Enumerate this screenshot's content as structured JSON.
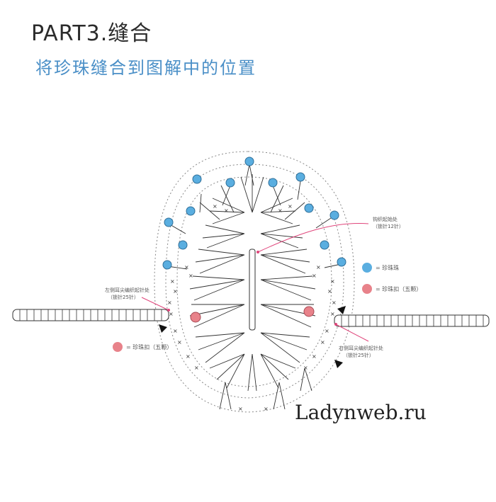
{
  "header": {
    "title": "PART3.缝合",
    "subtitle": "将珍珠缝合到图解中的位置"
  },
  "labels": {
    "top_right_line1": "钩织起始处",
    "top_right_line2": "（锁针12针）",
    "left_line1": "左侧耳尖编织起针处",
    "left_line2": "（锁针25针）",
    "right_line1": "右侧耳尖编织起针处",
    "right_line2": "（锁针25针）"
  },
  "legend": {
    "blue_text": "= 珍珠珠",
    "pink_text": "= 珍珠扣（五颗）",
    "pink_bottom_text": "= 珍珠扣（五颗）"
  },
  "colors": {
    "bead_blue": "#5aaee0",
    "bead_pink": "#e8828a",
    "pointer": "#e0457b",
    "stitch": "#333333",
    "dots": "#888888"
  },
  "watermark": "Ladynweb.ru"
}
